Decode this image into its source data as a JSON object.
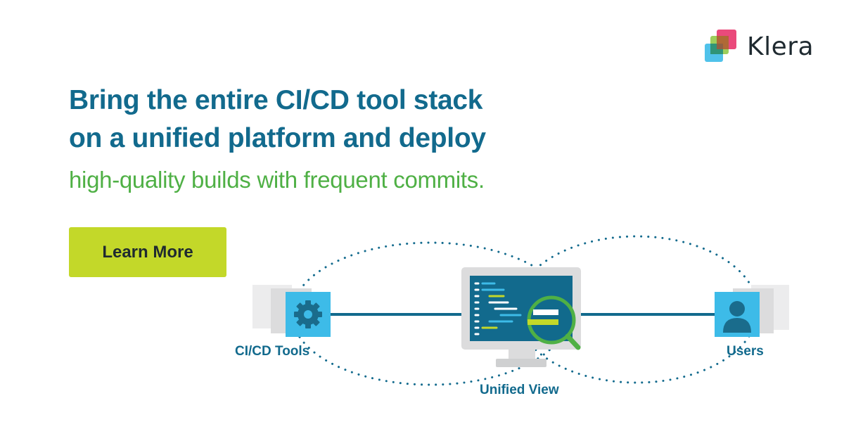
{
  "brand": {
    "name": "Klera"
  },
  "headline": {
    "line1": "Bring the entire CI/CD tool stack",
    "line2": "on a unified platform and deploy"
  },
  "subheadline": "high-quality builds with frequent commits.",
  "cta": {
    "label": "Learn More"
  },
  "diagram": {
    "left_label": "CI/CD Tools",
    "center_label": "Unified View",
    "right_label": "Users",
    "left_icon": "gear-icon",
    "center_icon": "monitor-magnifier-icon",
    "right_icon": "user-icon"
  },
  "colors": {
    "primary_blue": "#126a8d",
    "accent_green": "#4fb045",
    "cta_lime": "#c3d829",
    "icon_cyan": "#3dbbe8"
  }
}
